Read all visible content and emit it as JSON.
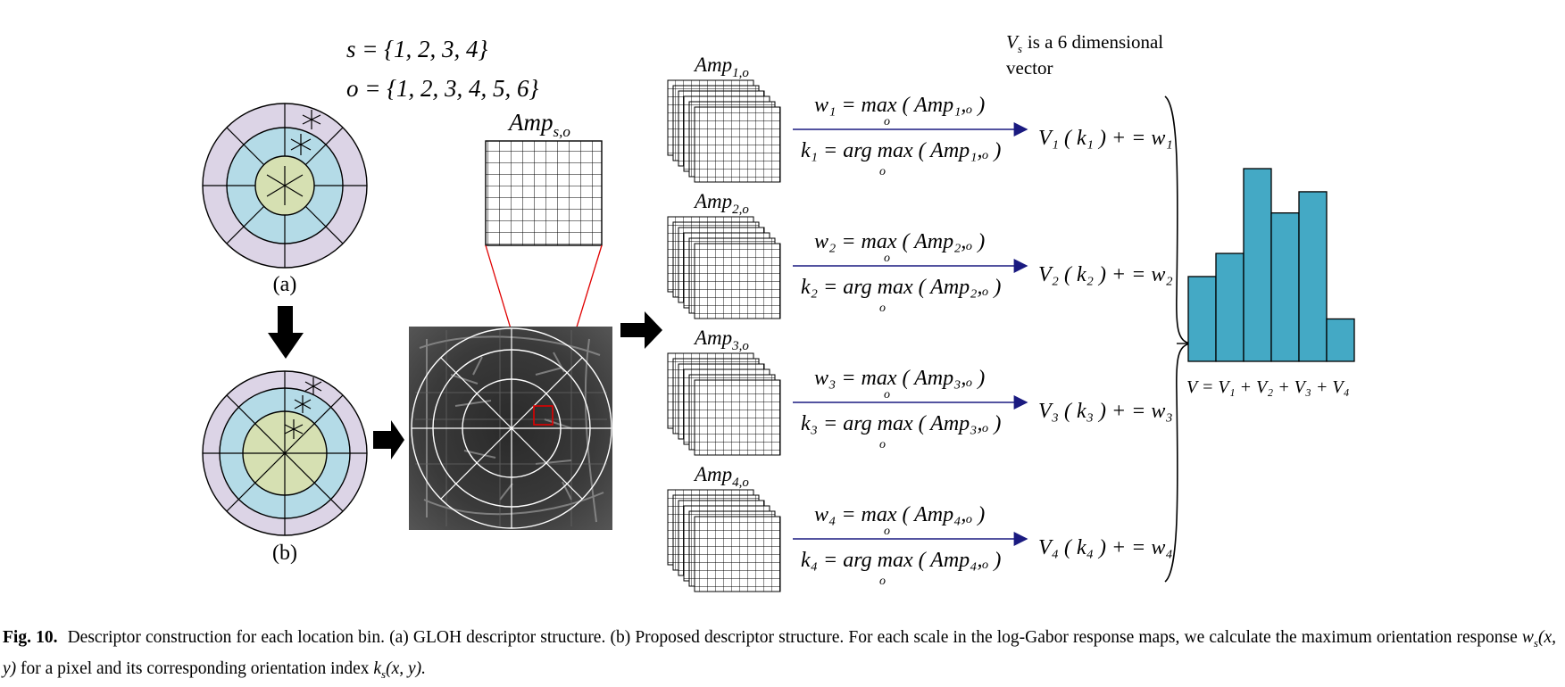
{
  "sets": {
    "s_line": "s = {1, 2, 3, 4}",
    "o_line": "o = {1, 2, 3, 4, 5, 6}"
  },
  "labels": {
    "a": "(a)",
    "b": "(b)",
    "amp_main": "Amp",
    "amp_main_sub": "s,o",
    "vs_note_symbol": "V",
    "vs_note_sub": "s",
    "vs_note_line1": "is a 6 dimensional",
    "vs_note_line2": "vector",
    "v_sum": "V = V₁ + V₂ + V₃ + V₄"
  },
  "scales": [
    {
      "amp": "Amp",
      "amp_sub": "1,o",
      "w_eq": "w₁ = max ( Amp₁,ₒ )",
      "k_eq": "k₁ = arg max ( Amp₁,ₒ )",
      "o_under": "o",
      "v_upd": "V₁ ( k₁ ) + = w₁"
    },
    {
      "amp": "Amp",
      "amp_sub": "2,o",
      "w_eq": "w₂ = max ( Amp₂,ₒ )",
      "k_eq": "k₂ = arg max ( Amp₂,ₒ )",
      "o_under": "o",
      "v_upd": "V₂ ( k₂ ) + = w₂"
    },
    {
      "amp": "Amp",
      "amp_sub": "3,o",
      "w_eq": "w₃ = max ( Amp₃,ₒ )",
      "k_eq": "k₃ = arg max ( Amp₃,ₒ )",
      "o_under": "o",
      "v_upd": "V₃ ( k₃ ) + = w₃"
    },
    {
      "amp": "Amp",
      "amp_sub": "4,o",
      "w_eq": "w₄ = max ( Amp₄,ₒ )",
      "k_eq": "k₄ = arg max ( Amp₄,ₒ )",
      "o_under": "o",
      "v_upd": "V₄ ( k₄ ) + = w₄"
    }
  ],
  "histogram": {
    "values": [
      0.44,
      0.56,
      1.0,
      0.77,
      0.88,
      0.22
    ]
  },
  "colors": {
    "ring_outer": "#dcd4e6",
    "ring_middle": "#b4dbe7",
    "ring_inner": "#d6e0b2",
    "bar_fill": "#44a9c5",
    "arrow_navy": "#1a1a80",
    "zoom_red": "#e00000"
  },
  "caption": {
    "label": "Fig. 10.",
    "text1": "Descriptor construction for each location bin. (a) GLOH descriptor structure. (b) Proposed descriptor structure. For each scale in the log-Gabor response maps, we calculate the maximum orientation response",
    "w_sym": "w",
    "w_sub": "s",
    "args": "(x, y)",
    "text2": "for a pixel and its corresponding orientation index",
    "k_sym": "k",
    "k_sub": "s",
    "args2": "(x, y)."
  }
}
